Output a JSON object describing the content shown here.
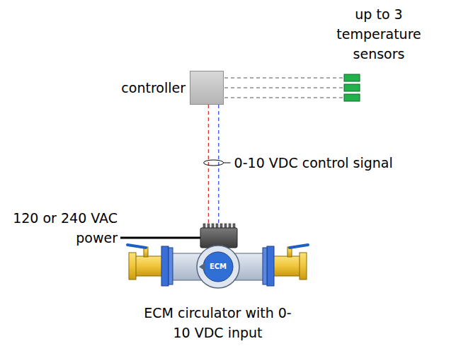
{
  "diagram": {
    "nodes": [
      {
        "text": [
          "controller"
        ]
      },
      {
        "text": [
          "ECM circulator with 0-10 VDC input"
        ]
      }
    ],
    "edges": [
      {
        "from": 0,
        "to": 1,
        "arrow": "none",
        "label": "0-10 VDC control signal"
      }
    ],
    "labels": [
      "up to 3 temperature sensors",
      "120 or 240 VAC power",
      "ECM"
    ]
  }
}
